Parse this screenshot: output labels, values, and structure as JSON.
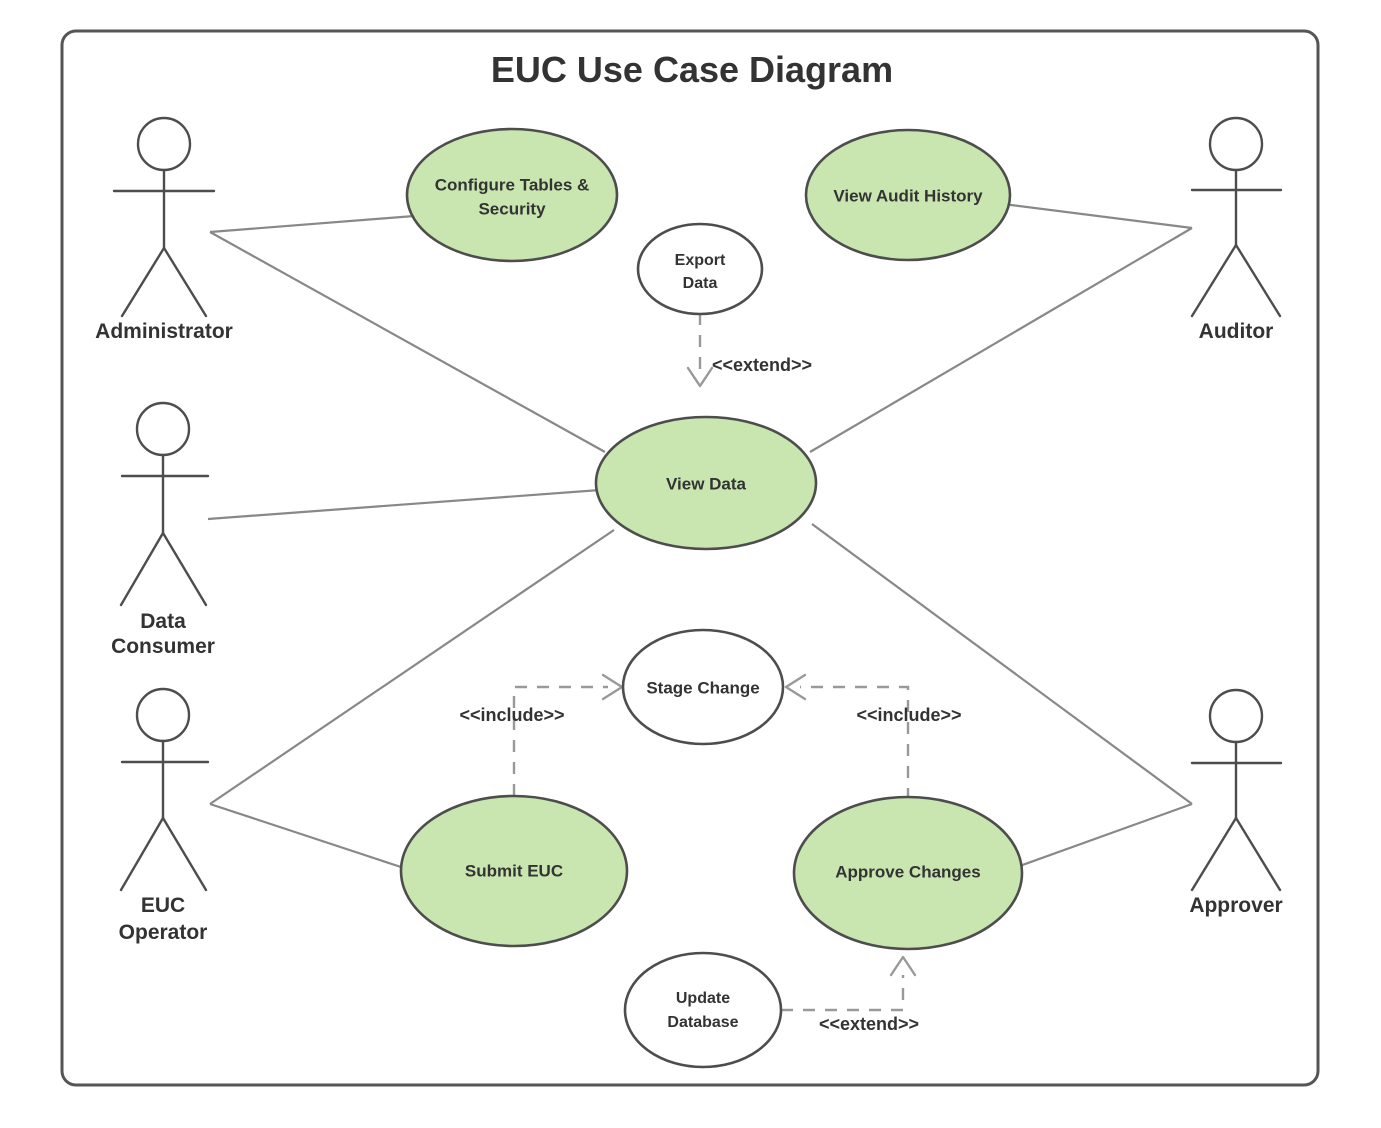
{
  "diagram": {
    "title": "EUC Use Case Diagram",
    "type": "uml-use-case-diagram",
    "colors": {
      "usecase_green_fill": "#c9e6b0",
      "usecase_white_fill": "#ffffff",
      "usecase_stroke": "#4d4d4d",
      "association_stroke": "#888888",
      "dependency_stroke": "#999999",
      "frame_stroke": "#555555",
      "text": "#333333",
      "background": "#ffffff"
    }
  },
  "actors": [
    {
      "id": "administrator",
      "label": "Administrator",
      "label_lines": [
        "Administrator"
      ]
    },
    {
      "id": "data-consumer",
      "label": "Data Consumer",
      "label_lines": [
        "Data",
        "Consumer"
      ]
    },
    {
      "id": "euc-operator",
      "label": "EUC Operator",
      "label_lines": [
        "EUC",
        "Operator"
      ]
    },
    {
      "id": "auditor",
      "label": "Auditor",
      "label_lines": [
        "Auditor"
      ]
    },
    {
      "id": "approver",
      "label": "Approver",
      "label_lines": [
        "Approver"
      ]
    }
  ],
  "use_cases": [
    {
      "id": "configure-tables-security",
      "label": "Configure Tables & Security",
      "label_lines": [
        "Configure Tables &",
        "Security"
      ],
      "fill": "green"
    },
    {
      "id": "view-audit-history",
      "label": "View Audit History",
      "label_lines": [
        "View Audit History"
      ],
      "fill": "green"
    },
    {
      "id": "export-data",
      "label": "Export Data",
      "label_lines": [
        "Export",
        "Data"
      ],
      "fill": "white"
    },
    {
      "id": "view-data",
      "label": "View Data",
      "label_lines": [
        "View Data"
      ],
      "fill": "green"
    },
    {
      "id": "stage-change",
      "label": "Stage Change",
      "label_lines": [
        "Stage Change"
      ],
      "fill": "white"
    },
    {
      "id": "submit-euc",
      "label": "Submit EUC",
      "label_lines": [
        "Submit EUC"
      ],
      "fill": "green"
    },
    {
      "id": "approve-changes",
      "label": "Approve Changes",
      "label_lines": [
        "Approve Changes"
      ],
      "fill": "green"
    },
    {
      "id": "update-database",
      "label": "Update Database",
      "label_lines": [
        "Update",
        "Database"
      ],
      "fill": "white"
    }
  ],
  "associations": [
    {
      "from": "administrator",
      "to": "configure-tables-security"
    },
    {
      "from": "administrator",
      "to": "view-data"
    },
    {
      "from": "data-consumer",
      "to": "view-data"
    },
    {
      "from": "euc-operator",
      "to": "view-data"
    },
    {
      "from": "euc-operator",
      "to": "submit-euc"
    },
    {
      "from": "auditor",
      "to": "view-audit-history"
    },
    {
      "from": "auditor",
      "to": "view-data"
    },
    {
      "from": "approver",
      "to": "view-data"
    },
    {
      "from": "approver",
      "to": "approve-changes"
    }
  ],
  "relationships": [
    {
      "id": "extend-export-view",
      "from": "export-data",
      "to": "view-data",
      "stereotype": "<<extend>>"
    },
    {
      "id": "include-submit-stage",
      "from": "submit-euc",
      "to": "stage-change",
      "stereotype": "<<include>>"
    },
    {
      "id": "include-approve-stage",
      "from": "approve-changes",
      "to": "stage-change",
      "stereotype": "<<include>>"
    },
    {
      "id": "extend-update-approve",
      "from": "update-database",
      "to": "approve-changes",
      "stereotype": "<<extend>>"
    }
  ],
  "stereotype_labels": {
    "extend_top": "<<extend>>",
    "include_left": "<<include>>",
    "include_right": "<<include>>",
    "extend_bottom": "<<extend>>"
  }
}
